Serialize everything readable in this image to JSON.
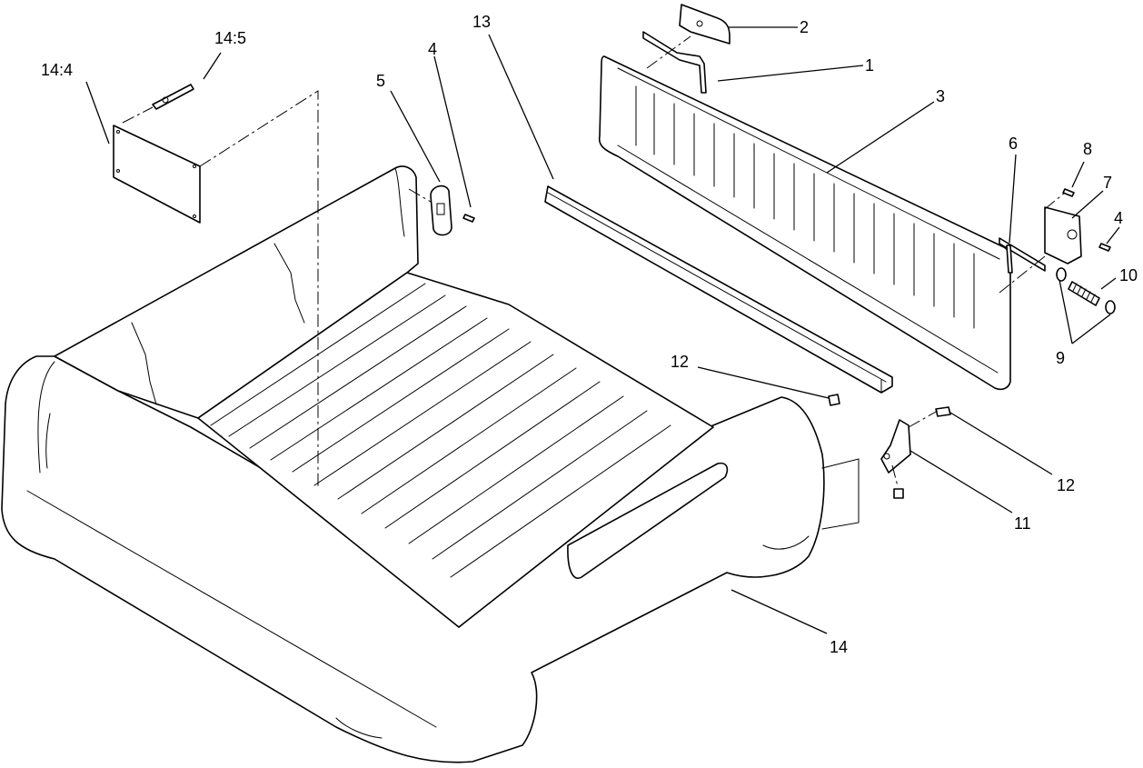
{
  "callouts": {
    "c1": "1",
    "c2": "2",
    "c3": "3",
    "c4a": "4",
    "c4b": "4",
    "c5": "5",
    "c6": "6",
    "c7": "7",
    "c8": "8",
    "c9": "9",
    "c10": "10",
    "c11": "11",
    "c12a": "12",
    "c12b": "12",
    "c13": "13",
    "c14": "14",
    "c14_4": "14:4",
    "c14_5": "14:5"
  },
  "colors": {
    "line": "#000000",
    "background": "#ffffff"
  }
}
